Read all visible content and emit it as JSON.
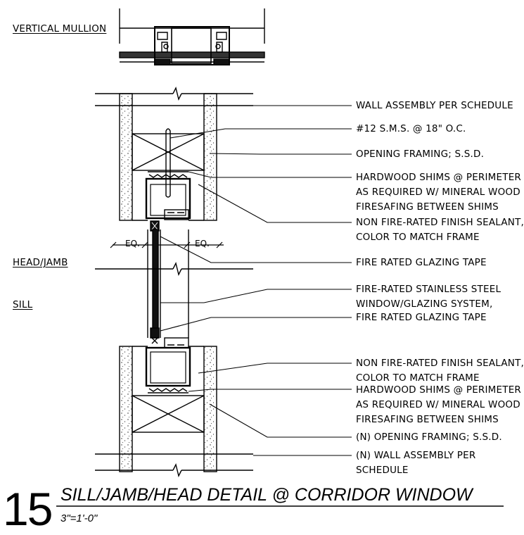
{
  "section_labels": {
    "vertical_mullion": "VERTICAL MULLION",
    "head_jamb": "HEAD/JAMB",
    "sill": "SILL"
  },
  "dimensions": {
    "eq_left": "EQ.",
    "eq_right": "EQ."
  },
  "callouts": {
    "wall_assembly": "WALL ASSEMBLY PER SCHEDULE",
    "sms": "#12 S.M.S. @ 18\" O.C.",
    "opening_framing": "OPENING FRAMING; S.S.D.",
    "shims_head": [
      "HARDWOOD SHIMS @ PERIMETER",
      "AS REQUIRED W/ MINERAL WOOD",
      "FIRESAFING BETWEEN SHIMS"
    ],
    "sealant_head": [
      "NON FIRE-RATED FINISH SEALANT,",
      "COLOR TO MATCH FRAME"
    ],
    "glazing_tape_1": "FIRE RATED GLAZING TAPE",
    "window_system": [
      "FIRE-RATED STAINLESS STEEL",
      "WINDOW/GLAZING SYSTEM,"
    ],
    "glazing_tape_2": "FIRE RATED GLAZING TAPE",
    "sealant_sill": [
      "NON FIRE-RATED FINISH SEALANT,",
      "COLOR TO MATCH FRAME"
    ],
    "shims_sill": [
      "HARDWOOD SHIMS @ PERIMETER",
      "AS REQUIRED W/ MINERAL WOOD",
      "FIRESAFING BETWEEN SHIMS"
    ],
    "n_opening_framing": "(N) OPENING FRAMING; S.S.D.",
    "n_wall_assembly": [
      "(N) WALL ASSEMBLY PER",
      "SCHEDULE"
    ]
  },
  "title_block": {
    "number": "15",
    "title": "SILL/JAMB/HEAD DETAIL @ CORRIDOR WINDOW",
    "scale": "3\"=1'-0\""
  }
}
